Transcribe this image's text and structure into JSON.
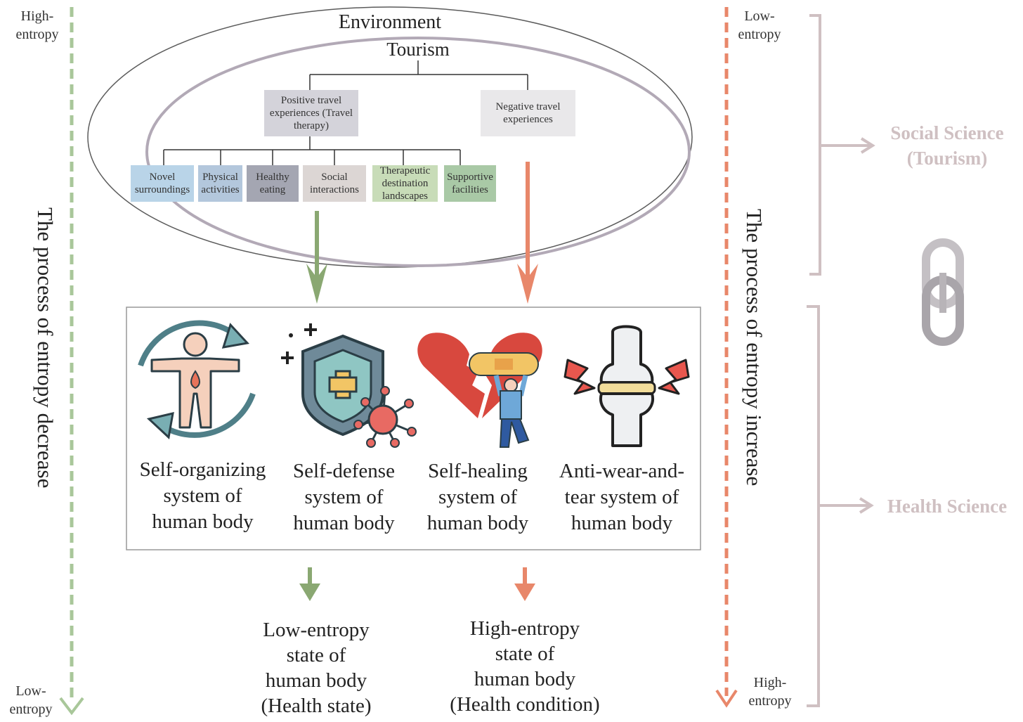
{
  "left_axis": {
    "top_label": "High-\nentropy",
    "bottom_label": "Low-\nentropy",
    "process_label": "The process of entropy decrease",
    "color": "#a9c79a"
  },
  "right_axis": {
    "top_label": "Low-\nentropy",
    "bottom_label": "High-\nentropy",
    "process_label": "The process of entropy increase",
    "color": "#e8876a"
  },
  "environment": {
    "title": "Environment",
    "subtitle": "Tourism"
  },
  "experiences": {
    "positive": "Positive travel\nexperiences (Travel\ntherapy)",
    "negative": "Negative travel\nexperiences"
  },
  "factors": [
    {
      "label": "Novel\nsurroundings",
      "color": "#b9d4e8"
    },
    {
      "label": "Physical\nactivities",
      "color": "#b3c7dc"
    },
    {
      "label": "Healthy\neating",
      "color": "#a4a6b2"
    },
    {
      "label": "Social\ninteractions",
      "color": "#dcd6d4"
    },
    {
      "label": "Therapeutic\ndestination\nlandscapes",
      "color": "#c8dcb8"
    },
    {
      "label": "Supportive\nfacilities",
      "color": "#a9c9a6"
    }
  ],
  "systems": [
    {
      "label": "Self-organizing\nsystem of\nhuman body",
      "icon": "body-cycle-icon"
    },
    {
      "label": "Self-defense\nsystem of\nhuman body",
      "icon": "shield-virus-icon"
    },
    {
      "label": "Self-healing\nsystem of\nhuman body",
      "icon": "broken-heart-bandage-icon"
    },
    {
      "label": "Anti-wear-and-\ntear system of\nhuman body",
      "icon": "joint-pain-icon"
    }
  ],
  "states": {
    "low": "Low-entropy\nstate of\nhuman body\n(Health state)",
    "high": "High-entropy\nstate of\nhuman body\n(Health condition)"
  },
  "sciences": {
    "social": "Social Science\n(Tourism)",
    "health": "Health Science",
    "link_icon": "chain-link-icon"
  },
  "colors": {
    "green_arrow": "#8aa872",
    "orange_arrow": "#e8876a",
    "bracket": "#cfc0c2",
    "ellipse": "#a09ca6"
  }
}
